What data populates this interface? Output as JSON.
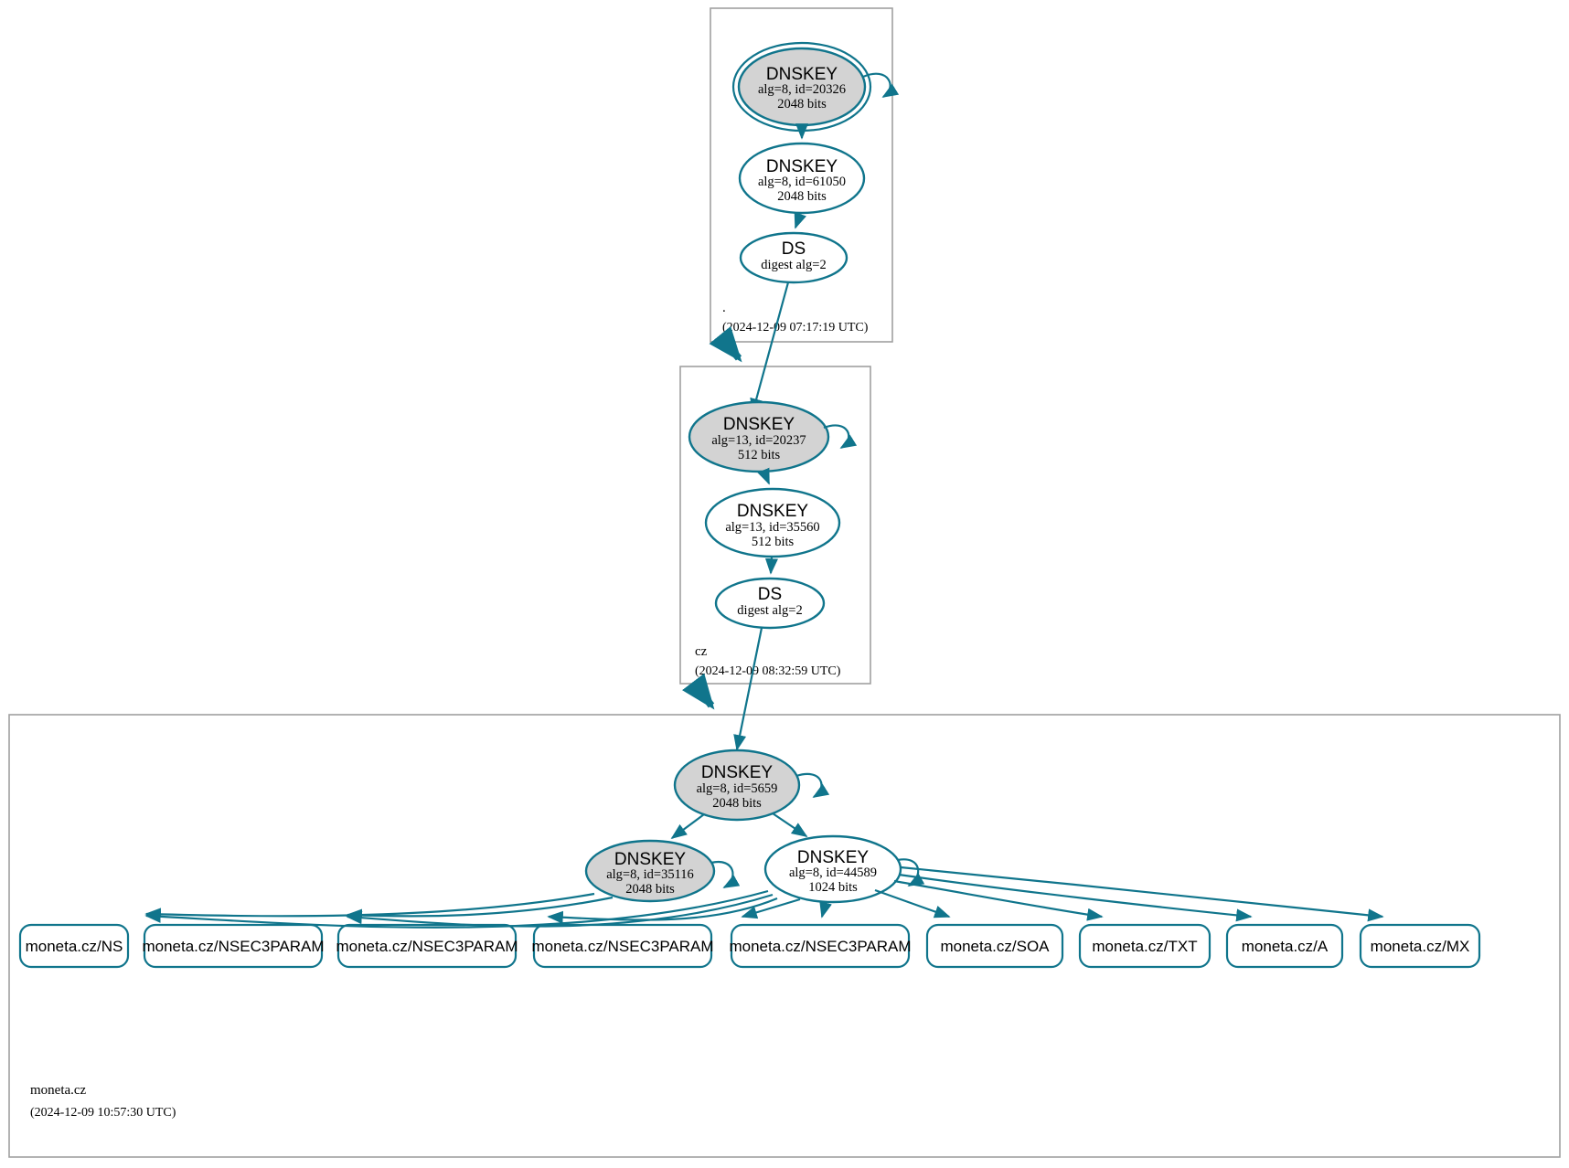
{
  "diagram": {
    "title": "DNSSEC authentication chain for moneta.cz",
    "accent_color": "#10758c",
    "shaded_node_color": "#d3d3d3",
    "zone_border_color": "#a0a0a0"
  },
  "zones": [
    {
      "name": ".",
      "timestamp": "(2024-12-09 07:17:19 UTC)",
      "nodes": [
        {
          "id": "root-ksk",
          "type": "DNSKEY",
          "title": "DNSKEY",
          "line2": "alg=8, id=20326",
          "line3": "2048 bits",
          "shaded": true,
          "trust_anchor": true,
          "self_sign": true
        },
        {
          "id": "root-zsk",
          "type": "DNSKEY",
          "title": "DNSKEY",
          "line2": "alg=8, id=61050",
          "line3": "2048 bits",
          "shaded": false,
          "trust_anchor": false,
          "self_sign": false
        },
        {
          "id": "root-ds",
          "type": "DS",
          "title": "DS",
          "line2": "digest alg=2",
          "line3": "",
          "shaded": false,
          "trust_anchor": false,
          "self_sign": false
        }
      ]
    },
    {
      "name": "cz",
      "timestamp": "(2024-12-09 08:32:59 UTC)",
      "nodes": [
        {
          "id": "cz-ksk",
          "type": "DNSKEY",
          "title": "DNSKEY",
          "line2": "alg=13, id=20237",
          "line3": "512 bits",
          "shaded": true,
          "trust_anchor": false,
          "self_sign": true
        },
        {
          "id": "cz-zsk",
          "type": "DNSKEY",
          "title": "DNSKEY",
          "line2": "alg=13, id=35560",
          "line3": "512 bits",
          "shaded": false,
          "trust_anchor": false,
          "self_sign": false
        },
        {
          "id": "cz-ds",
          "type": "DS",
          "title": "DS",
          "line2": "digest alg=2",
          "line3": "",
          "shaded": false,
          "trust_anchor": false,
          "self_sign": false
        }
      ]
    },
    {
      "name": "moneta.cz",
      "timestamp": "(2024-12-09 10:57:30 UTC)",
      "nodes": [
        {
          "id": "mon-ksk",
          "type": "DNSKEY",
          "title": "DNSKEY",
          "line2": "alg=8, id=5659",
          "line3": "2048 bits",
          "shaded": true,
          "trust_anchor": false,
          "self_sign": true
        },
        {
          "id": "mon-key-35116",
          "type": "DNSKEY",
          "title": "DNSKEY",
          "line2": "alg=8, id=35116",
          "line3": "2048 bits",
          "shaded": true,
          "trust_anchor": false,
          "self_sign": true
        },
        {
          "id": "mon-key-44589",
          "type": "DNSKEY",
          "title": "DNSKEY",
          "line2": "alg=8, id=44589",
          "line3": "1024 bits",
          "shaded": false,
          "trust_anchor": false,
          "self_sign": true
        }
      ],
      "rrsets": [
        {
          "id": "rr-ns",
          "label": "moneta.cz/NS"
        },
        {
          "id": "rr-nsec3param-1",
          "label": "moneta.cz/NSEC3PARAM"
        },
        {
          "id": "rr-nsec3param-2",
          "label": "moneta.cz/NSEC3PARAM"
        },
        {
          "id": "rr-nsec3param-3",
          "label": "moneta.cz/NSEC3PARAM"
        },
        {
          "id": "rr-nsec3param-4",
          "label": "moneta.cz/NSEC3PARAM"
        },
        {
          "id": "rr-soa",
          "label": "moneta.cz/SOA"
        },
        {
          "id": "rr-txt",
          "label": "moneta.cz/TXT"
        },
        {
          "id": "rr-a",
          "label": "moneta.cz/A"
        },
        {
          "id": "rr-mx",
          "label": "moneta.cz/MX"
        }
      ]
    }
  ]
}
